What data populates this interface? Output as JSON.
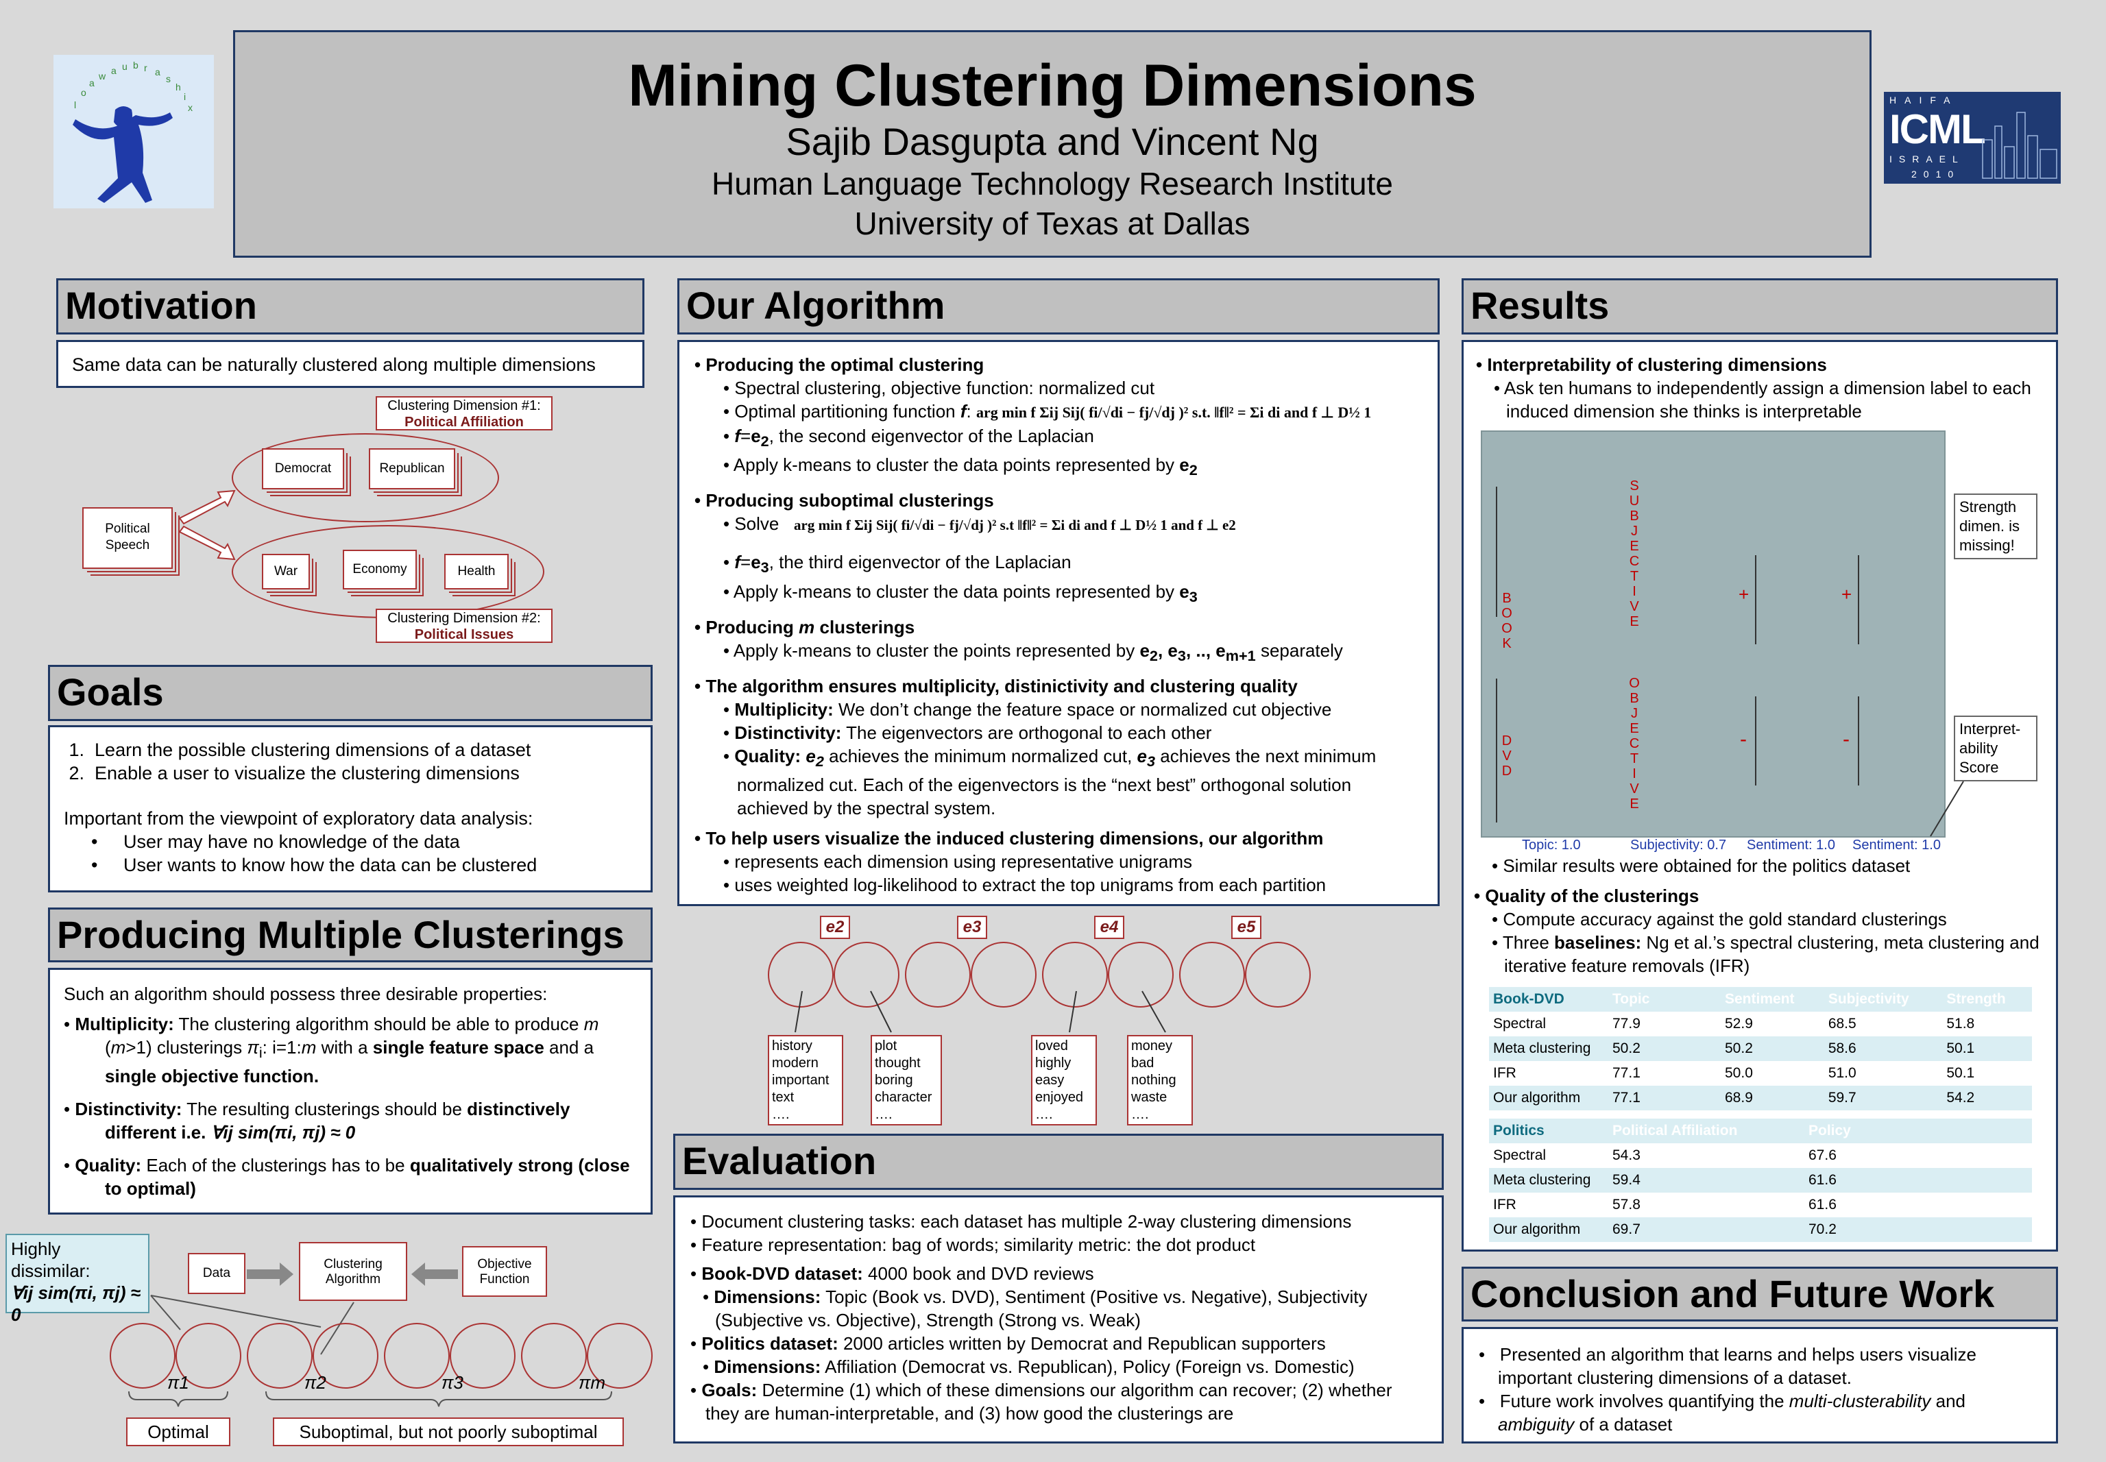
{
  "title": {
    "main": "Mining Clustering Dimensions",
    "authors": "Sajib Dasgupta and Vincent Ng",
    "inst1": "Human Language Technology Research Institute",
    "inst2": "University of Texas at Dallas"
  },
  "logos": {
    "icml_top": "HAIFA",
    "icml_mid": "ICML",
    "icml_bot": "ISRAEL",
    "icml_year": "2010"
  },
  "motivation": {
    "header": "Motivation",
    "text": "Same data can be naturally clustered along multiple dimensions",
    "dim1_label": "Clustering Dimension #1:",
    "dim1_name": "Political Affiliation",
    "dim2_label": "Clustering Dimension #2:",
    "dim2_name": "Political Issues",
    "source": "Political Speech",
    "items1": [
      "Democrat",
      "Republican"
    ],
    "items2": [
      "War",
      "Economy",
      "Health"
    ]
  },
  "goals": {
    "header": "Goals",
    "items": [
      "Learn the possible clustering dimensions of a dataset",
      "Enable a user to visualize the clustering dimensions"
    ],
    "note": "Important from the viewpoint of exploratory data analysis:",
    "bullets": [
      "User may have no knowledge of the data",
      "User wants to know how the data can be clustered"
    ]
  },
  "producing": {
    "header": "Producing Multiple Clusterings",
    "intro": "Such an algorithm should possess three desirable properties:",
    "multiplicity_label": "Multiplicity:",
    "multiplicity_text1": "The clustering algorithm should be able to produce",
    "multiplicity_m": "m",
    "multiplicity_text2": "(",
    "multiplicity_text3": ">1) clusterings",
    "multiplicity_pi": "π",
    "multiplicity_sub": "i",
    "multiplicity_text4": ": i=1:",
    "multiplicity_text5": "with a",
    "multiplicity_b1": "single feature space",
    "multiplicity_text6": "and a",
    "multiplicity_b2": "single objective function.",
    "distinct_label": "Distinctivity:",
    "distinct_text": "The resulting clusterings should be",
    "distinct_b": "distinctively different i.e.",
    "distinct_formula": "∀ij sim(πi, πj) ≈ 0",
    "quality_label": "Quality:",
    "quality_text": "Each of the clusterings has to be",
    "quality_b": "qualitatively strong (close to optimal)"
  },
  "diagram": {
    "note1": "Highly dissimilar:",
    "note2": "∀ij sim(πi, πj) ≈ 0",
    "data": "Data",
    "alg1": "Clustering",
    "alg2": "Algorithm",
    "obj1": "Objective",
    "obj2": "Function",
    "pis": [
      "π1",
      "π2",
      "π3",
      "πm"
    ],
    "optimal": "Optimal",
    "suboptimal": "Suboptimal, but not poorly suboptimal"
  },
  "algorithm": {
    "header": "Our Algorithm",
    "s1": "Producing the optimal clustering",
    "s1a": "Spectral clustering, objective function: normalized cut",
    "s1b": "Optimal partitioning function",
    "s1c": "the second eigenvector of the Laplacian",
    "s1d": "Apply k-means to cluster the data points represented by",
    "s2": "Producing suboptimal clusterings",
    "s2a": "Solve",
    "s2c": "the third eigenvector of the Laplacian",
    "s2d": "Apply k-means to cluster the data points represented by",
    "s3a": "Producing",
    "s3b": "clusterings",
    "s3c": "Apply k-means to cluster the points represented by",
    "s3d": "separately",
    "s4": "The algorithm ensures multiplicity, distinictivity and clustering quality",
    "s4a_l": "Multiplicity:",
    "s4a": "We don’t change the feature space or normalized cut objective",
    "s4b_l": "Distinctivity:",
    "s4b": "The eigenvectors are orthogonal to each other",
    "s4c_l": "Quality:",
    "s4c1": "achieves the minimum normalized cut,",
    "s4c2": "achieves the next minimum normalized cut. Each of the eigenvectors is the “next best” orthogonal solution achieved by the spectral system.",
    "s5": "To help users visualize the induced clustering dimensions, our algorithm",
    "s5a": "represents each dimension using representative unigrams",
    "s5b": "uses weighted log-likelihood to extract the top unigrams from each partition",
    "formula1": "arg min f Σij Sij( fi/√di − fj/√dj )² s.t. ‖f‖² = Σi di and f ⊥ D½ 1",
    "formula2": "arg min f Σij Sij( fi/√di − fj/√dj )² s.t ‖f‖² = Σi di and f ⊥ D½ 1  and f ⊥ e2",
    "eigen": [
      "e2",
      "e3",
      "e4",
      "e5"
    ],
    "words1": [
      "history",
      "modern",
      "important",
      "text",
      "…."
    ],
    "words2": [
      "plot",
      "thought",
      "boring",
      "character",
      "…."
    ],
    "words3": [
      "loved",
      "highly",
      "easy",
      "enjoyed",
      "…."
    ],
    "words4": [
      "money",
      "bad",
      "nothing",
      "waste",
      "…."
    ]
  },
  "evaluation": {
    "header": "Evaluation",
    "e1": "Document clustering tasks: each dataset has multiple 2-way clustering dimensions",
    "e2": "Feature representation: bag of words; similarity metric: the dot product",
    "e3_l": "Book-DVD dataset:",
    "e3": "4000 book and DVD reviews",
    "e4_l": "Dimensions:",
    "e4": "Topic (Book vs. DVD), Sentiment (Positive vs. Negative), Subjectivity (Subjective vs. Objective), Strength (Strong vs. Weak)",
    "e5_l": "Politics dataset:",
    "e5": "2000 articles written by Democrat and Republican supporters",
    "e6_l": "Dimensions:",
    "e6": "Affiliation (Democrat vs. Republican), Policy (Foreign vs. Domestic)",
    "e7_l": "Goals:",
    "e7": "Determine (1) which of these dimensions our algorithm can recover; (2) whether they are human-interpretable, and (3) how good the clusterings are"
  },
  "results": {
    "header": "Results",
    "r1": "Interpretability of clustering dimensions",
    "r1a": "Ask ten humans to independently assign a dimension label to each induced dimension she thinks is interpretable",
    "chart_labels": [
      "BOOK",
      "SUBJECTIVE",
      "DVD",
      "OBJECTIVE"
    ],
    "plus": "+",
    "minus": "-",
    "callout1": "Strength dimen. is missing!",
    "callout2": "Interpret-ability Score",
    "scores": [
      "Topic: 1.0",
      "Subjectivity: 0.7",
      "Sentiment: 1.0",
      "Sentiment: 1.0"
    ],
    "r1b": "Similar results were obtained for the politics dataset",
    "r2": "Quality of the clusterings",
    "r2a": "Compute accuracy against the gold standard clusterings",
    "r2b_pre": "Three",
    "r2b_b": "baselines:",
    "r2b": "Ng et al.’s spectral clustering, meta clustering and iterative feature removals (IFR)",
    "table1_head": [
      "Book-DVD",
      "Topic",
      "Sentiment",
      "Subjectivity",
      "Strength"
    ],
    "table1": [
      [
        "Spectral",
        "77.9",
        "52.9",
        "68.5",
        "51.8"
      ],
      [
        "Meta clustering",
        "50.2",
        "50.2",
        "58.6",
        "50.1"
      ],
      [
        "IFR",
        "77.1",
        "50.0",
        "51.0",
        "50.1"
      ],
      [
        "Our algorithm",
        "77.1",
        "68.9",
        "59.7",
        "54.2"
      ]
    ],
    "table2_head": [
      "Politics",
      "Political Affiliation",
      "Policy"
    ],
    "table2": [
      [
        "Spectral",
        "54.3",
        "67.6"
      ],
      [
        "Meta clustering",
        "59.4",
        "61.6"
      ],
      [
        "IFR",
        "57.8",
        "61.6"
      ],
      [
        "Our algorithm",
        "69.7",
        "70.2"
      ]
    ]
  },
  "conclusion": {
    "header": "Conclusion and Future Work",
    "c1": "Presented an algorithm that learns and helps users visualize important clustering dimensions of a dataset.",
    "c2_pre": "Future work involves quantifying the",
    "c2_i1": "multi-clusterability",
    "c2_mid": "and",
    "c2_i2": "ambiguity",
    "c2_post": "of a dataset"
  }
}
